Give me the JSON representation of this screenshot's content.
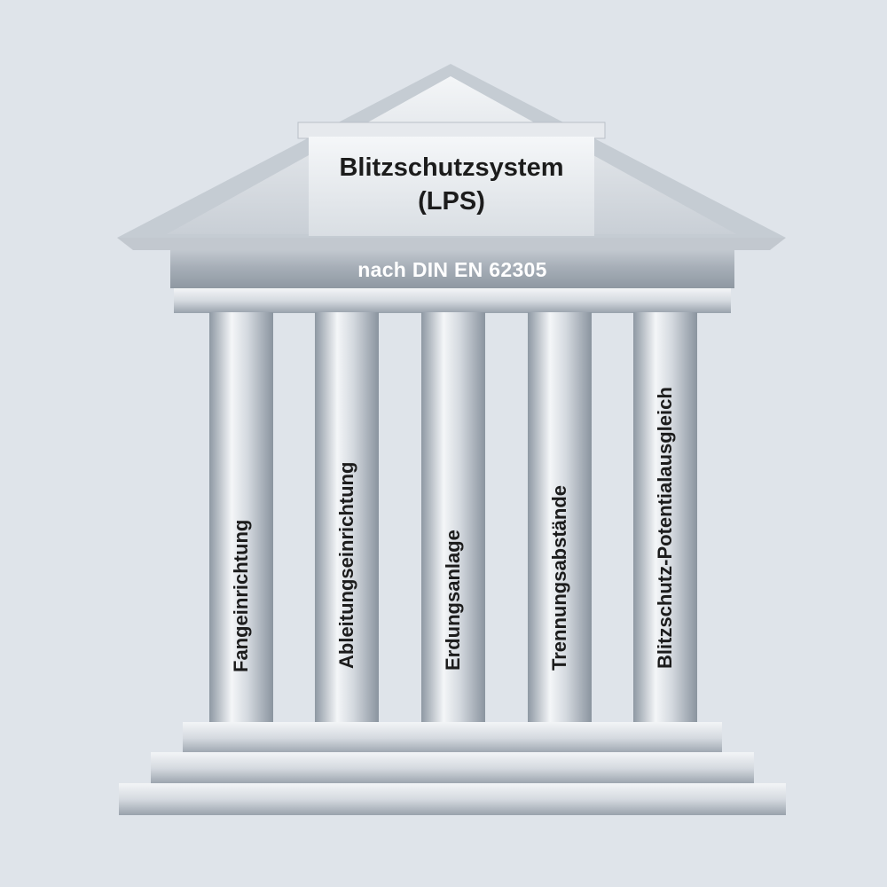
{
  "title": {
    "line1": "Blitzschutzsystem",
    "line2": "(LPS)"
  },
  "norm": "nach DIN EN 62305",
  "pillars": [
    {
      "label": "Fangeinrichtung"
    },
    {
      "label": "Ableitungseinrichtung"
    },
    {
      "label": "Erdungsanlage"
    },
    {
      "label": "Trennungsabstände"
    },
    {
      "label": "Blitzschutz-Potentialausgleich"
    }
  ],
  "colors": {
    "background": "#dfe4ea",
    "stone_light": "#eef1f4",
    "stone_dark": "#9aa3ad",
    "frieze": "#a9b1ba",
    "text_dark": "#1c1c1c",
    "text_light": "#ffffff"
  }
}
